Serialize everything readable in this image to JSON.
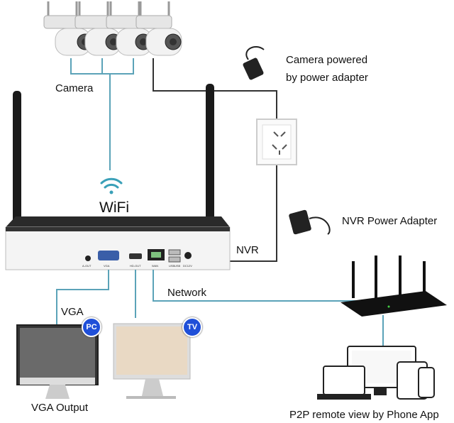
{
  "labels": {
    "camera": "Camera",
    "camera_powered_line1": "Camera powered",
    "camera_powered_line2": "by power adapter",
    "wifi": "WiFi",
    "nvr_power_adapter": "NVR Power Adapter",
    "nvr": "NVR",
    "network": "Network",
    "vga": "VGA",
    "vga_output": "VGA Output",
    "p2p": "P2P remote view by Phone App"
  },
  "badges": {
    "pc": "PC",
    "tv": "TV"
  },
  "nvr_ports": [
    "A-OUT",
    "VGA",
    "HD-OUT",
    "WAN",
    "USB",
    "USB",
    "DC12V"
  ],
  "colors": {
    "connector_line": "#5ba3b8",
    "power_line": "#333333",
    "badge": "#1f4fd8",
    "wifi_icon": "#3aa0b8"
  }
}
